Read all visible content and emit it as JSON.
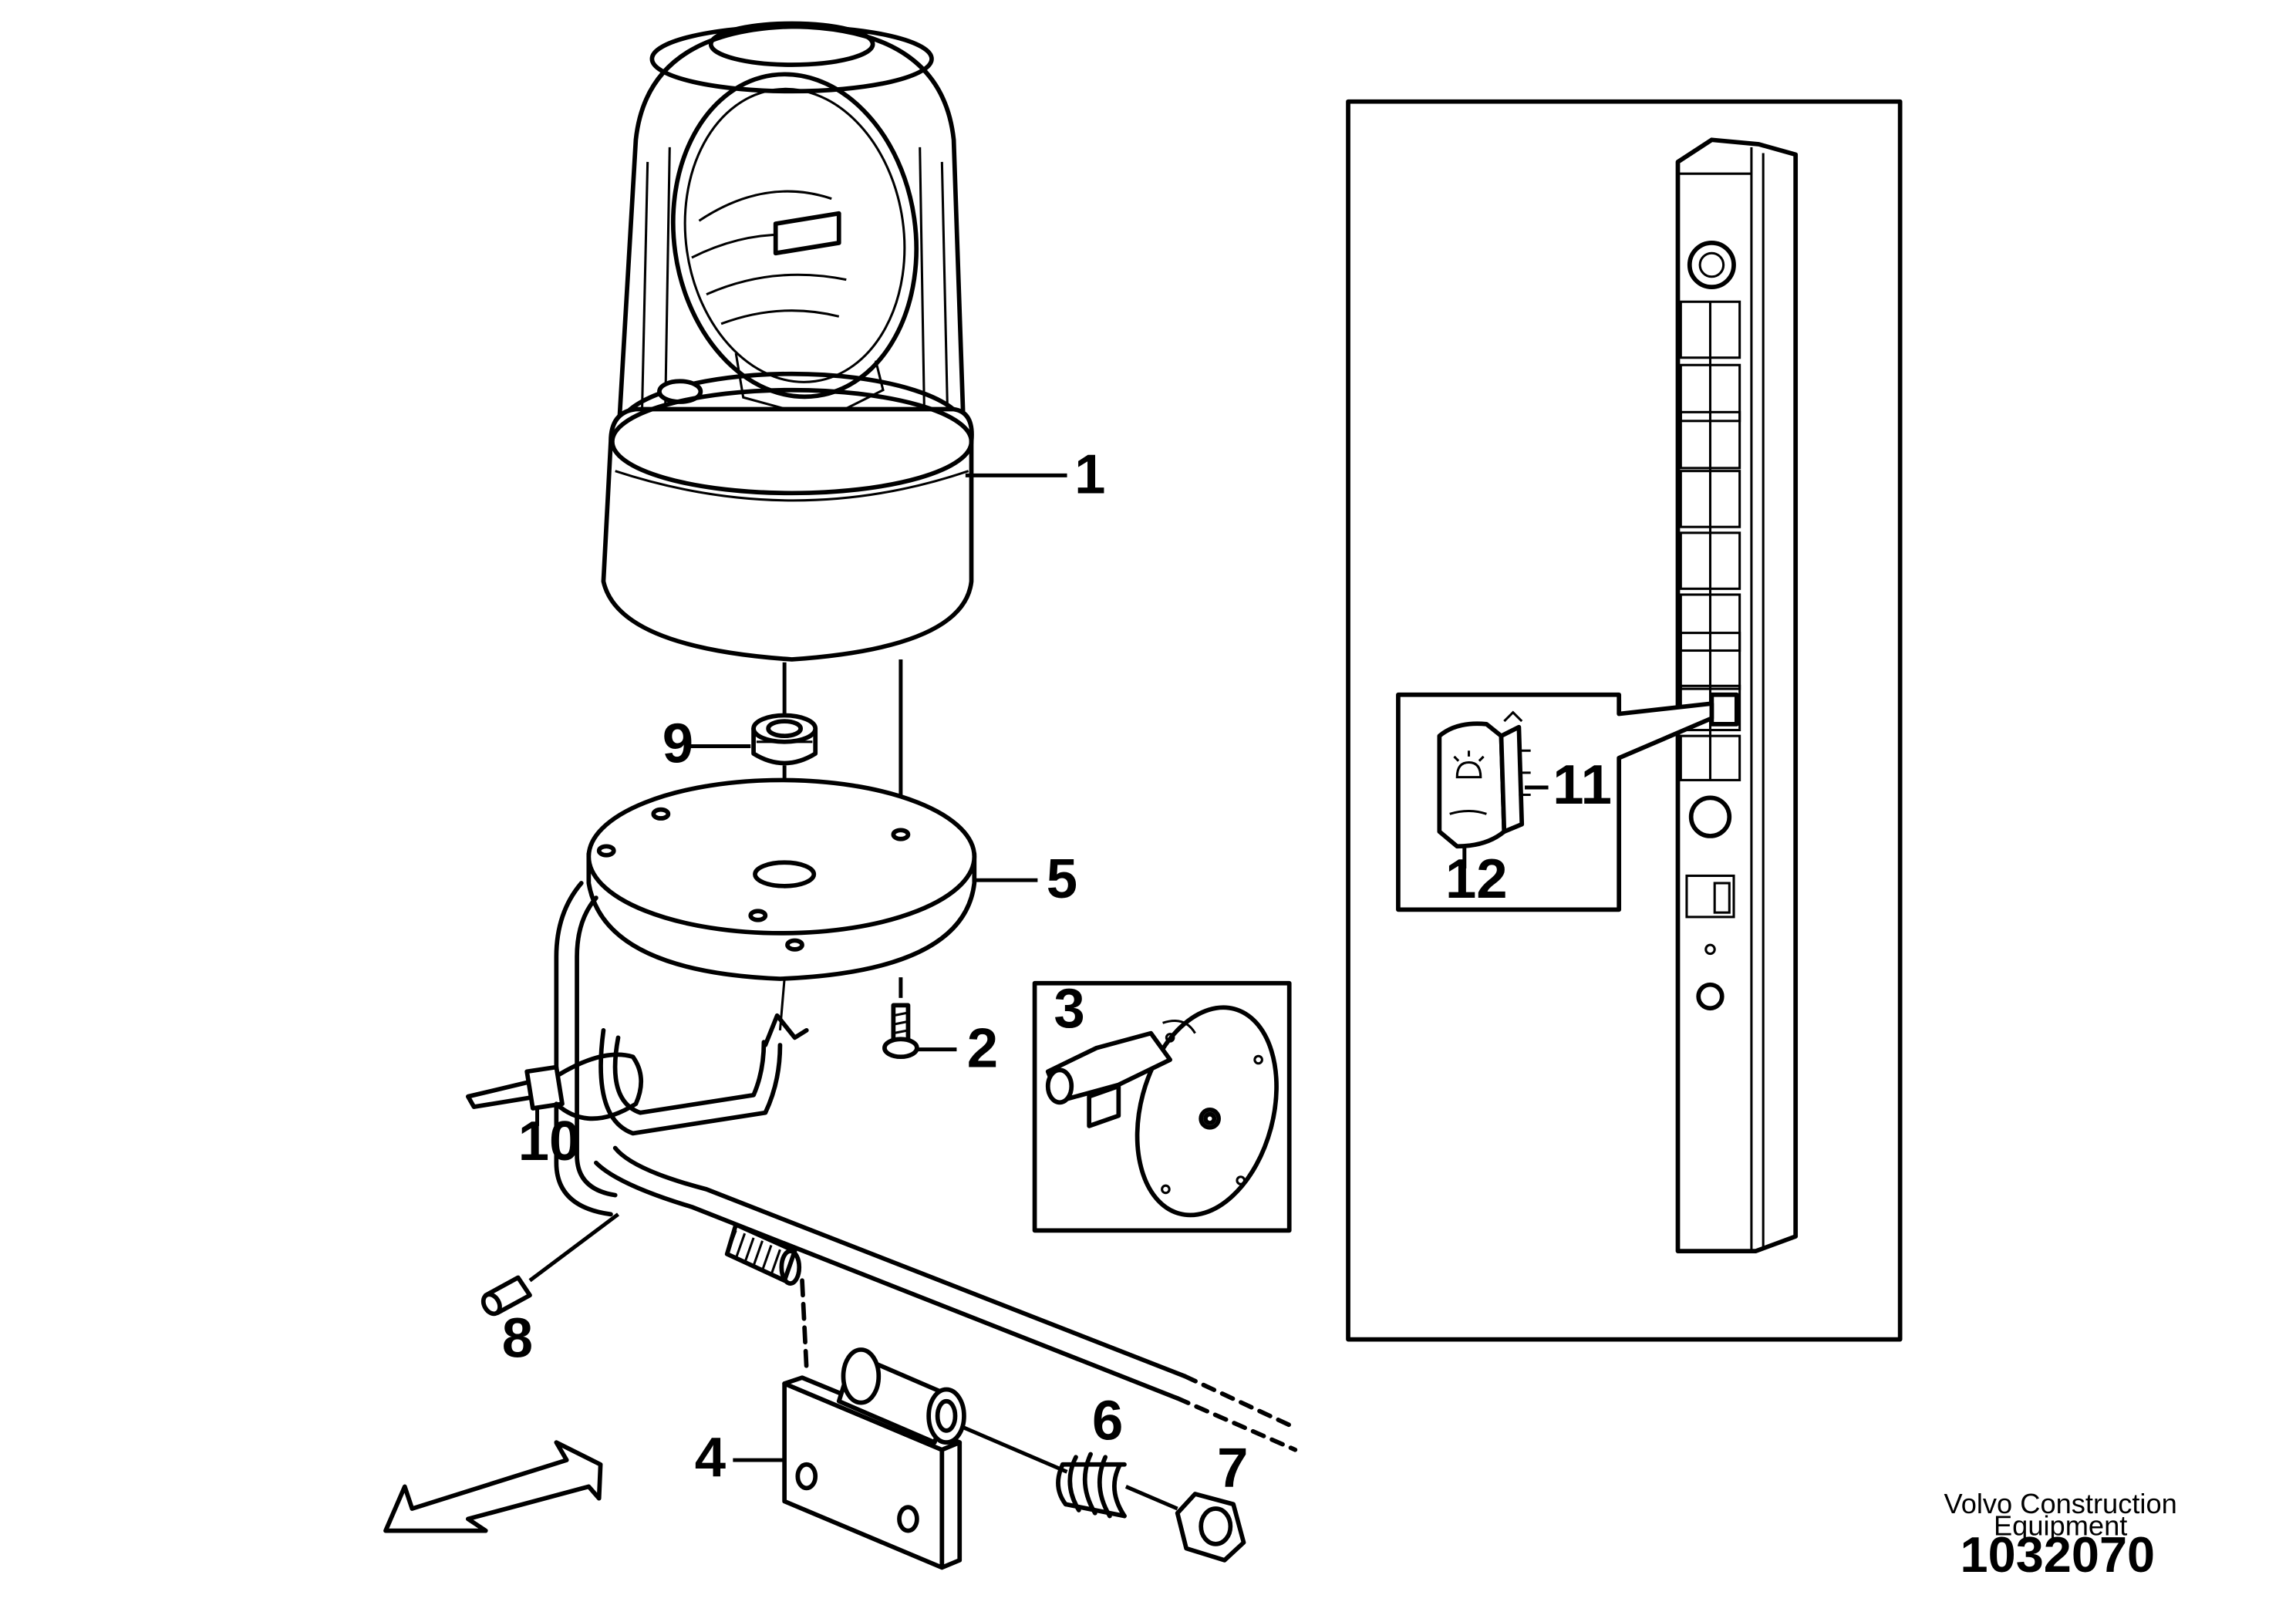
{
  "callouts": {
    "c1": "1",
    "c2": "2",
    "c3": "3",
    "c4": "4",
    "c5": "5",
    "c6": "6",
    "c7": "7",
    "c8": "8",
    "c9": "9",
    "c10": "10",
    "c11": "11",
    "c12": "12"
  },
  "branding": {
    "line1": "Volvo Construction",
    "line2": "Equipment",
    "doc_number": "1032070"
  },
  "icons": [
    "direction-arrow-icon",
    "beacon-switch-symbol-icon"
  ],
  "colors": {
    "ink": "#000000",
    "paper": "#ffffff"
  }
}
